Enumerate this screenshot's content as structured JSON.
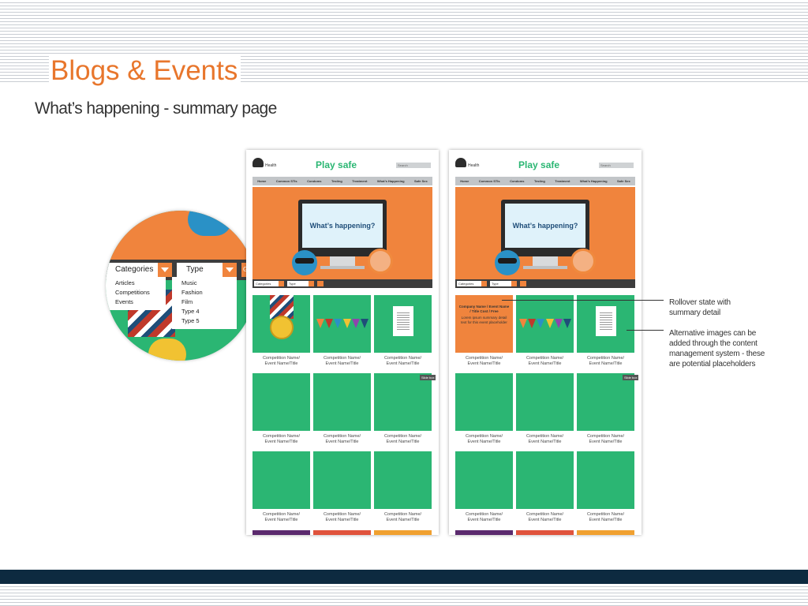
{
  "slide": {
    "title": "Blogs & Events",
    "subtitle": "What’s happening - summary page"
  },
  "mockup": {
    "site_title": "Play safe",
    "logo_text": "Health",
    "search_placeholder": "Search",
    "nav": [
      "Home",
      "Common STIs",
      "Condoms",
      "Testing",
      "Treatment",
      "What’s Happening",
      "Safe Sex"
    ],
    "hero_text": "What’s happening?",
    "filter_categories": "Categories",
    "filter_type": "Type",
    "tile_caption_line1": "Competition Name/",
    "tile_caption_line2": "Event Name/Title",
    "tile_note": "Slide box",
    "rollover_title": "Company Name / Event Name / Title Cost / Free",
    "rollover_body": "Lorem ipsum summary detail text for this event placeholder"
  },
  "zoom": {
    "categories_label": "Categories",
    "type_label": "Type",
    "go_label": "Go",
    "categories_options": [
      "Articles",
      "Competitions",
      "Events"
    ],
    "type_options": [
      "Music",
      "Fashion",
      "Film",
      "Type 4",
      "Type 5"
    ]
  },
  "annotations": {
    "rollover_line1": "Rollover state with",
    "rollover_line2": "summary detail",
    "alt_line1": "Alternative images can be",
    "alt_line2": "added through the content",
    "alt_line3": "management system - these",
    "alt_line4": "are potential placeholders"
  },
  "colors": {
    "title_orange": "#e8762c",
    "tile_green": "#2bb673",
    "hero_orange": "#f0843d",
    "footer_navy": "#0d2a40"
  }
}
